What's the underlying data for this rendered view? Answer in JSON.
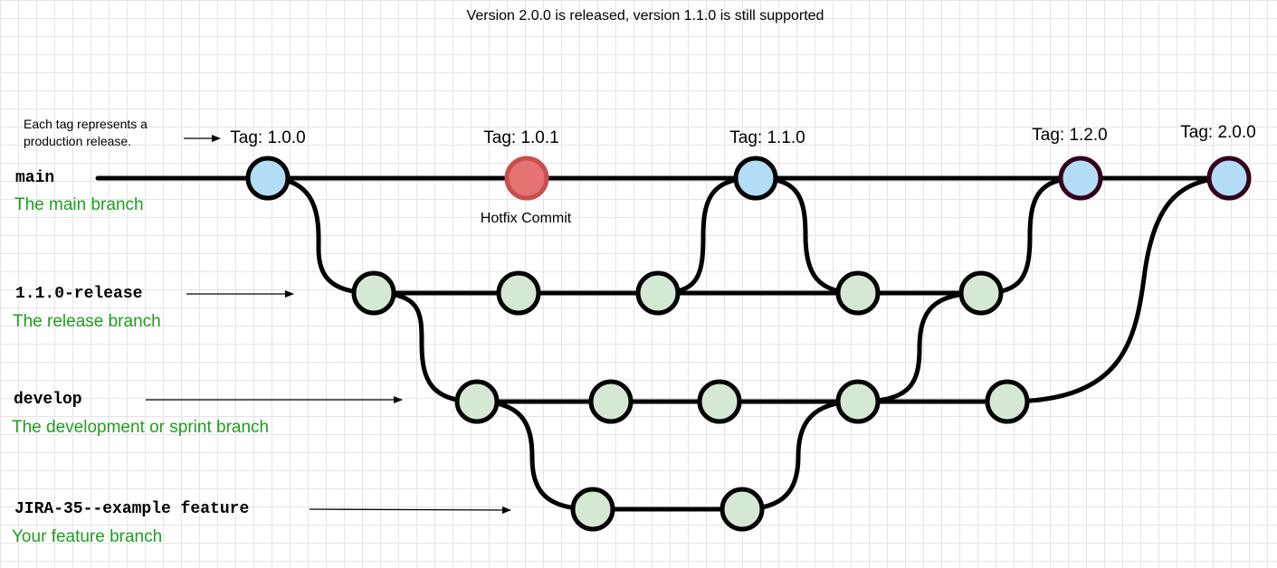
{
  "title": "Version 2.0.0 is released, version 1.1.0 is still supported",
  "note": "Each tag represents a production release.",
  "branches": {
    "main": {
      "name": "main",
      "description": "The main branch"
    },
    "release": {
      "name": "1.1.0-release",
      "description": "The release branch"
    },
    "develop": {
      "name": "develop",
      "description": "The development or sprint branch"
    },
    "feature": {
      "name": "JIRA-35--example feature",
      "description": "Your feature branch"
    }
  },
  "tags": [
    "Tag: 1.0.0",
    "Tag: 1.0.1",
    "Tag: 1.1.0",
    "Tag: 1.2.0",
    "Tag: 2.0.0"
  ],
  "hotfix_label": "Hotfix Commit",
  "colors": {
    "main_commit": "#b3dcf7",
    "branch_commit": "#d5e8d4",
    "hotfix_commit": "#e57373",
    "description_text": "#1e9e1e",
    "dark_outline": "#33001a"
  }
}
